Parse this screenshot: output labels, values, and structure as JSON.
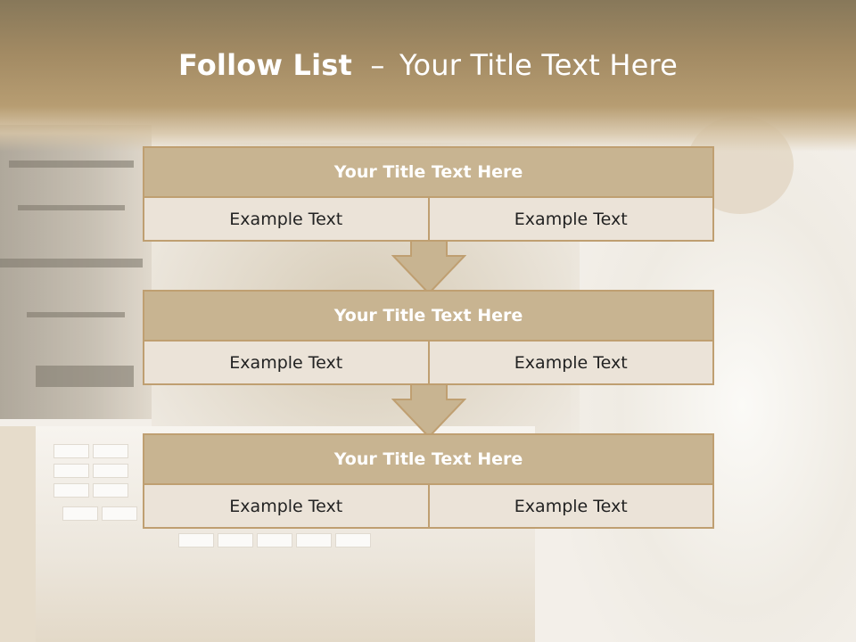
{
  "slide": {
    "title_bold": "Follow List",
    "title_dash": "–",
    "title_rest": "Your Title Text Here"
  },
  "blocks": [
    {
      "title": "Your Title Text Here",
      "cells": [
        "Example Text",
        "Example Text"
      ]
    },
    {
      "title": "Your Title Text Here",
      "cells": [
        "Example Text",
        "Example Text"
      ]
    },
    {
      "title": "Your Title Text Here",
      "cells": [
        "Example Text",
        "Example Text"
      ]
    }
  ],
  "colors": {
    "title_bar": "#c8b491",
    "cell_fill": "#ebe3d8",
    "border": "#bf9f71",
    "arrow_fill": "#c8b491"
  },
  "icons": [
    "down-arrow-icon",
    "down-arrow-icon"
  ]
}
